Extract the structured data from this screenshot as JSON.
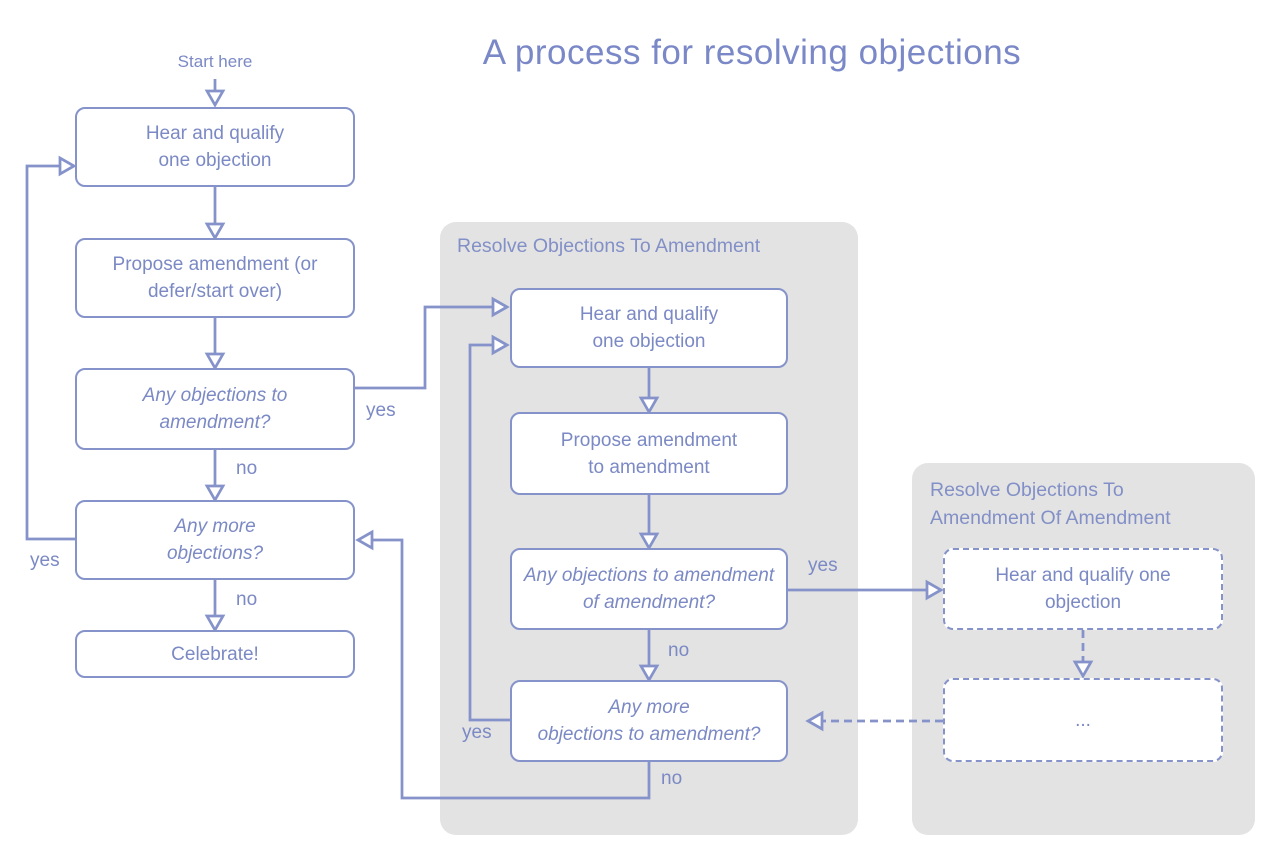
{
  "title": "A process for resolving objections",
  "colors": {
    "accent": "#8593ca",
    "text": "#7b89c4",
    "panel_bg": "#e3e3e3",
    "node_bg": "#ffffff"
  },
  "main_flow": {
    "start_label": "Start here",
    "nodes": [
      {
        "label": "Hear and qualify\none objection",
        "type": "statement"
      },
      {
        "label": "Propose amendment (or\ndefer/start over)",
        "type": "statement"
      },
      {
        "label": "Any objections to\namendment?",
        "type": "question"
      },
      {
        "label": "Any more\nobjections?",
        "type": "question"
      },
      {
        "label": "Celebrate!",
        "type": "statement"
      }
    ],
    "labels": {
      "objections_yes": "yes",
      "objections_no": "no",
      "more_yes": "yes",
      "more_no": "no"
    }
  },
  "amendment_panel": {
    "header": "Resolve Objections To Amendment",
    "nodes": [
      {
        "label": "Hear and qualify\none objection",
        "type": "statement"
      },
      {
        "label": "Propose amendment\nto amendment",
        "type": "statement"
      },
      {
        "label": "Any objections to amendment\nof amendment?",
        "type": "question"
      },
      {
        "label": "Any more\nobjections to amendment?",
        "type": "question"
      }
    ],
    "labels": {
      "objections_yes": "yes",
      "objections_no": "no",
      "more_yes": "yes",
      "more_no": "no"
    }
  },
  "amendment_of_amendment_panel": {
    "header": "Resolve Objections To\nAmendment Of Amendment",
    "nodes": [
      {
        "label": "Hear and qualify one\nobjection",
        "type": "statement"
      },
      {
        "label": "...",
        "type": "statement"
      }
    ]
  }
}
